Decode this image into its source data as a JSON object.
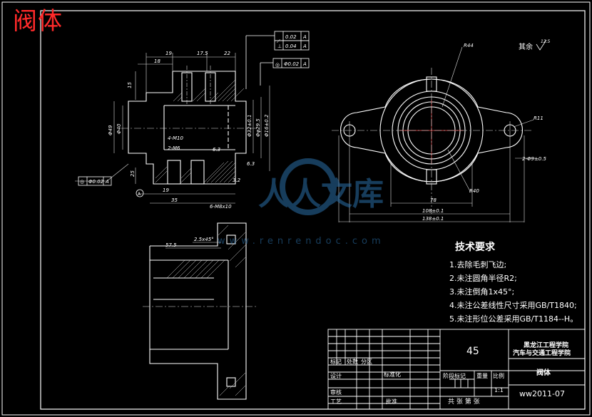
{
  "page_title": "阀体",
  "other_roughness": "其余",
  "technical_requirements": {
    "heading": "技术要求",
    "items": [
      "1.去除毛刺飞边;",
      "2.未注圆角半径R2;",
      "3.未注倒角1x45°;",
      "4.未注公差线性尺寸采用GB/T1840;",
      "5.未注形位公差采用GB/T1184--H。"
    ]
  },
  "title_block": {
    "material": "45",
    "school_line1": "黑龙江工程学院",
    "school_line2": "汽车与交通工程学院",
    "part_name": "阀体",
    "drawing_no": "ww2011-07",
    "scale": "1:1",
    "cells": {
      "mark": "标记",
      "count": "处数",
      "zone": "分区",
      "design": "设计",
      "standardize": "标准化",
      "stage_mark": "阶段标记",
      "weight": "重量",
      "ratio": "比例",
      "review": "审核",
      "process": "工艺",
      "approve": "批准",
      "sheets": "共 张 第 张"
    }
  },
  "watermark": {
    "main": "人人文库",
    "sub": "www.renrendoc.com"
  },
  "dimensions": {
    "top_19": "19",
    "top_175": "17.5",
    "top_22": "22",
    "top_18": "18",
    "left_15": "15",
    "phi49": "Φ49",
    "phi40": "Φ40",
    "dim_25": "25",
    "dim_19b": "19",
    "dim_35": "35",
    "phi32": "Φ32±0.1",
    "phi29": "Φφ29.5",
    "phi26": "Φ16±0.2",
    "m6": "6-M8x10",
    "m10": "4-M10",
    "m8": "2-M6",
    "r44": "R44",
    "r11": "R11",
    "r40": "R40",
    "dim78": "78",
    "dim108": "108±0.1",
    "dim138": "138±0.1",
    "holes": "2-Φ9±0.5",
    "phi_small": "Φ0.02",
    "tol1": "0.02",
    "tol2": "0.04",
    "datum": "A",
    "sec_575": "57.5",
    "sec_chamfer": "2.5x45°",
    "rough1": "6.3",
    "rough2": "3.2",
    "rough3": "12.5"
  }
}
